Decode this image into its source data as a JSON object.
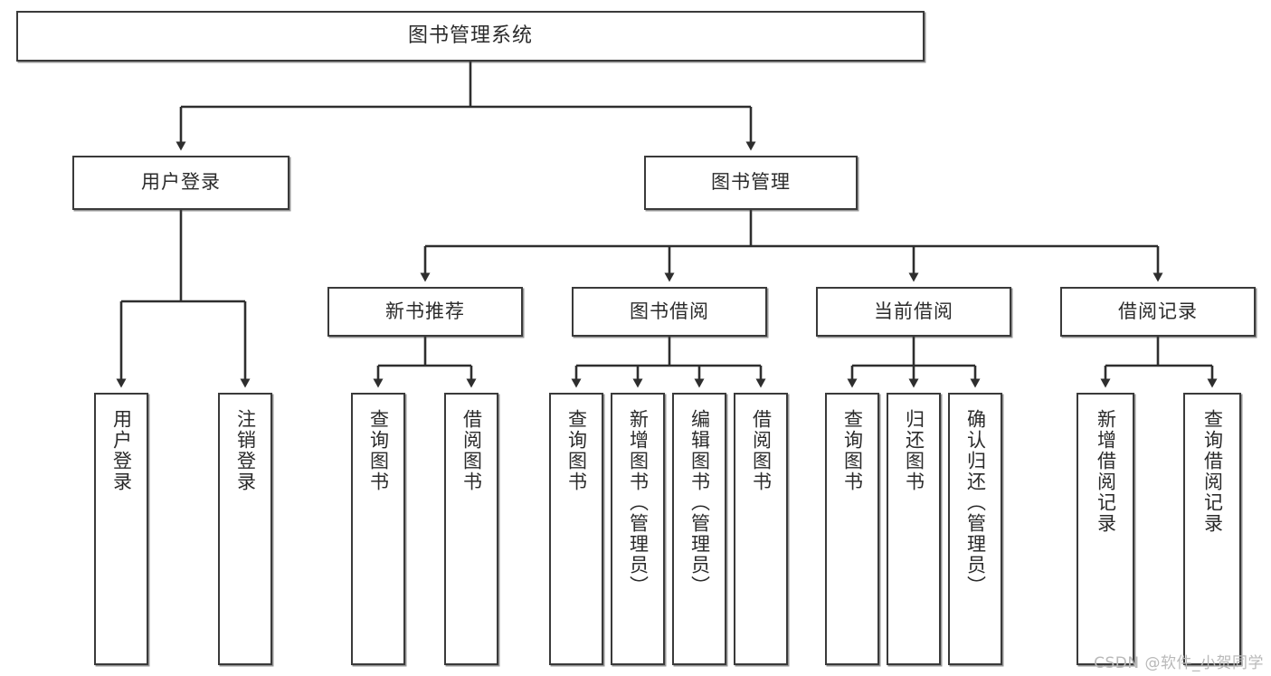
{
  "diagram": {
    "title": "图书管理系统",
    "type": "tree",
    "colors": {
      "box_border": "#3a3a3a",
      "box_fill": "#ffffff",
      "edge": "#2e2e2e",
      "text": "#2b2b2b",
      "watermark": "#b9b9b9"
    },
    "nodes": {
      "root": {
        "label": "图书管理系统"
      },
      "level2": [
        {
          "id": "user-login",
          "label": "用户登录"
        },
        {
          "id": "book-management",
          "label": "图书管理"
        }
      ],
      "level3": [
        {
          "id": "new-book-recommend",
          "label": "新书推荐"
        },
        {
          "id": "book-borrow",
          "label": "图书借阅"
        },
        {
          "id": "current-borrow",
          "label": "当前借阅"
        },
        {
          "id": "borrow-record",
          "label": "借阅记录"
        }
      ],
      "leaves": {
        "user-login": [
          {
            "id": "leaf-user-login",
            "label": "用户登录"
          },
          {
            "id": "leaf-user-logout",
            "label": "注销登录"
          }
        ],
        "new-book-recommend": [
          {
            "id": "leaf-query-book-1",
            "label": "查询图书"
          },
          {
            "id": "leaf-borrow-book-1",
            "label": "借阅图书"
          }
        ],
        "book-borrow": [
          {
            "id": "leaf-query-book-2",
            "label": "查询图书"
          },
          {
            "id": "leaf-add-book",
            "label": "新增图书（管理员）"
          },
          {
            "id": "leaf-edit-book",
            "label": "编辑图书（管理员）"
          },
          {
            "id": "leaf-borrow-book-2",
            "label": "借阅图书"
          }
        ],
        "current-borrow": [
          {
            "id": "leaf-query-book-3",
            "label": "查询图书"
          },
          {
            "id": "leaf-return-book",
            "label": "归还图书"
          },
          {
            "id": "leaf-confirm-return",
            "label": "确认归还（管理员）"
          }
        ],
        "borrow-record": [
          {
            "id": "leaf-add-record",
            "label": "新增借阅记录"
          },
          {
            "id": "leaf-query-record",
            "label": "查询借阅记录"
          }
        ]
      }
    },
    "watermark": "CSDN @软件_小贺同学"
  }
}
